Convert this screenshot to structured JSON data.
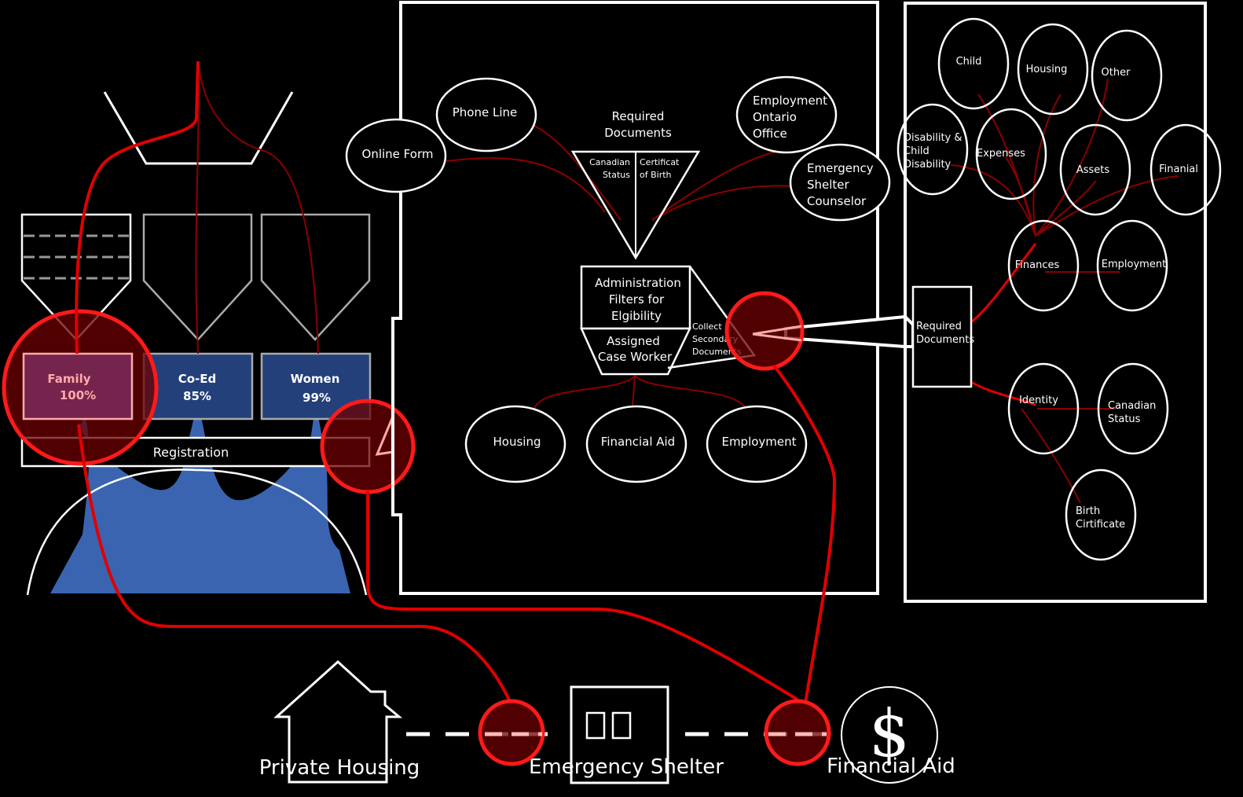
{
  "shelter_panel": {
    "family_label": "Family",
    "family_value": "100%",
    "coed_label": "Co-Ed",
    "coed_value": "85%",
    "women_label": "Women",
    "women_value": "99%",
    "registration_label": "Registration",
    "fill_color": "#3a64b0"
  },
  "intake_panel": {
    "online_form": "Online Form",
    "phone_line": "Phone Line",
    "required_documents": [
      "Required",
      "Documents"
    ],
    "doc_canadian_status": [
      "Canadian",
      "Status"
    ],
    "doc_certificate_birth": [
      "Certificat",
      "of Birth"
    ],
    "employment_ontario": [
      "Employment",
      "Ontario",
      "Office"
    ],
    "emergency_counselor": [
      "Emergency",
      "Shelter",
      "Counselor"
    ],
    "admin_filters": [
      "Administration",
      "Filters for",
      "Elgibility"
    ],
    "assigned_case_worker": [
      "Assigned",
      "Case Worker"
    ],
    "collect_secondary": [
      "Collect",
      "Secondary",
      "Documents"
    ],
    "housing": "Housing",
    "financial_aid": "Financial Aid",
    "employment": "Employment"
  },
  "documents_panel": {
    "child": "Child",
    "housing": "Housing",
    "other": "Other",
    "disability": [
      "Disability &",
      "Child",
      "Disability"
    ],
    "expenses": "Expenses",
    "assets": "Assets",
    "finanial": "Finanial",
    "finances": "Finances",
    "employment": "Employment",
    "required_documents": [
      "Required",
      "Documents"
    ],
    "identity": "Identity",
    "canadian_status": [
      "Canadian",
      "Status"
    ],
    "birth_certificate": [
      "Birth",
      "Cirtificate"
    ]
  },
  "bottom_row": {
    "private_housing": "Private Housing",
    "emergency_shelter": "Emergency Shelter",
    "financial_aid": "Financial Aid",
    "dollar_icon": "$"
  },
  "colors": {
    "accent": "#e10000",
    "lens_fill": "#6b0000",
    "family_highlight": "#ffaaaa",
    "coed_fill": "#24407a"
  }
}
